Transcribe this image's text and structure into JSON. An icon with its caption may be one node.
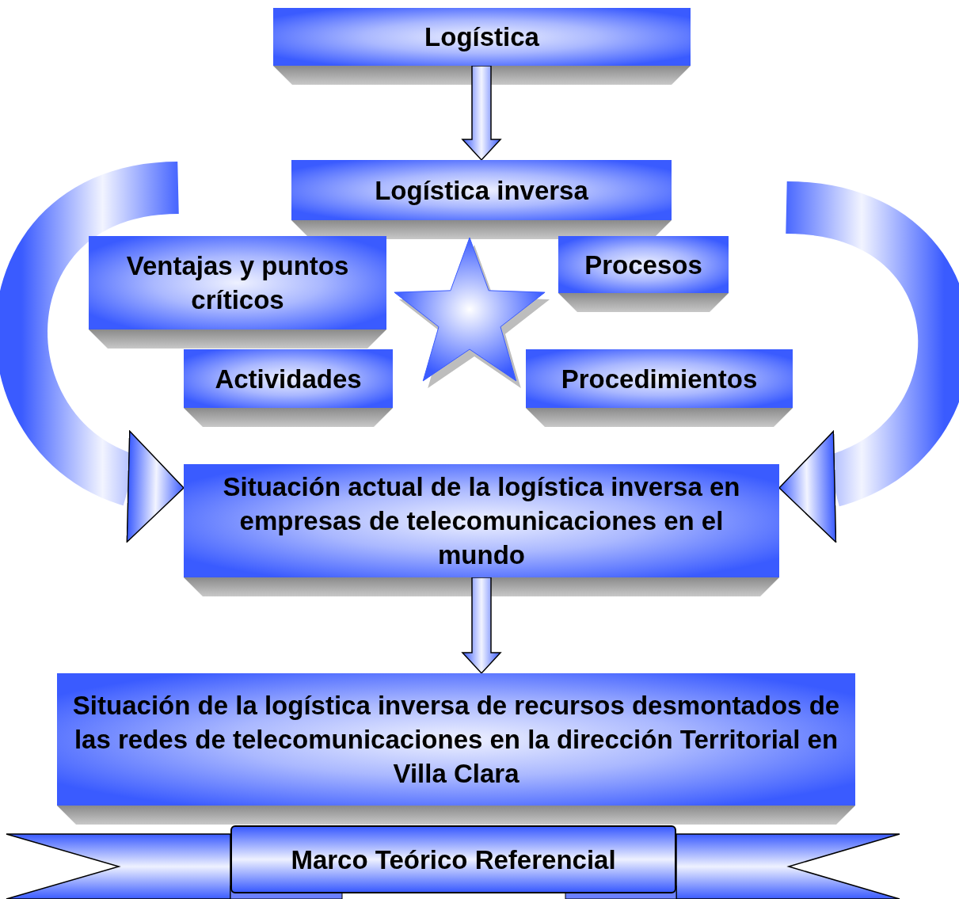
{
  "diagram": {
    "nodes": [
      {
        "text": [
          "Logística"
        ]
      },
      {
        "text": [
          "Logística inversa"
        ]
      },
      {
        "text": [
          "Ventajas y puntos críticos"
        ]
      },
      {
        "text": [
          "Procesos"
        ]
      },
      {
        "text": [
          "Actividades"
        ]
      },
      {
        "text": [
          "Procedimientos"
        ]
      },
      {
        "text": [
          "Situación actual de la logística inversa en empresas de telecomunicaciones en el mundo"
        ]
      },
      {
        "text": [
          "Situación de la logística inversa de recursos desmontados de las redes de telecomunicaciones en la dirección Territorial en Villa Clara"
        ]
      },
      {
        "text": [
          "Marco Teórico Referencial"
        ]
      },
      {
        "text": [],
        "shape": "star"
      }
    ],
    "edges": [
      {
        "from": 0,
        "to": 1,
        "arrow": "to"
      },
      {
        "from": null,
        "to": 6,
        "arrow": "to"
      },
      {
        "from": null,
        "to": 6,
        "arrow": "to"
      },
      {
        "from": 6,
        "to": 7,
        "arrow": "to"
      }
    ]
  }
}
